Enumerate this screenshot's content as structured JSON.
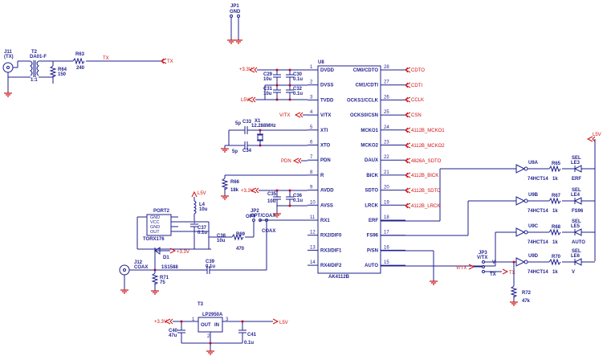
{
  "colors": {
    "wire": "#1f1f8f",
    "power": "#d01010",
    "background": "#ffffff"
  },
  "ic": {
    "designator": "U8",
    "part": "AK4112B",
    "left_pins": [
      {
        "num": "1",
        "name": "DVDD"
      },
      {
        "num": "2",
        "name": "DVSS"
      },
      {
        "num": "3",
        "name": "TVDD"
      },
      {
        "num": "4",
        "name": "V/TX"
      },
      {
        "num": "5",
        "name": "XTI"
      },
      {
        "num": "6",
        "name": "XTO"
      },
      {
        "num": "7",
        "name": "PDN"
      },
      {
        "num": "8",
        "name": "R"
      },
      {
        "num": "9",
        "name": "AVDD"
      },
      {
        "num": "10",
        "name": "AVSS"
      },
      {
        "num": "11",
        "name": "RX1"
      },
      {
        "num": "12",
        "name": "RX2/DIF0"
      },
      {
        "num": "13",
        "name": "RX3/DIF1"
      },
      {
        "num": "14",
        "name": "RX4/DIF2"
      }
    ],
    "right_pins": [
      {
        "num": "28",
        "name": "CM0/CDTO"
      },
      {
        "num": "27",
        "name": "CM1/CDTI"
      },
      {
        "num": "26",
        "name": "OCKS1/CCLK"
      },
      {
        "num": "25",
        "name": "OCKS0/CSN"
      },
      {
        "num": "24",
        "name": "MCKO1"
      },
      {
        "num": "23",
        "name": "MCKO2"
      },
      {
        "num": "22",
        "name": "DAUX"
      },
      {
        "num": "21",
        "name": "BICK"
      },
      {
        "num": "20",
        "name": "SDTO"
      },
      {
        "num": "19",
        "name": "LRCK"
      },
      {
        "num": "18",
        "name": "ERF"
      },
      {
        "num": "17",
        "name": "FS96"
      },
      {
        "num": "16",
        "name": "P/SN"
      },
      {
        "num": "15",
        "name": "AUTO"
      }
    ]
  },
  "nets": {
    "cdto": "CDTO",
    "cdti": "CDTI",
    "cclk": "CCLK",
    "csn": "CSN",
    "mcko1": "4112B_MCKO1",
    "mcko2": "4112B_MCKO2",
    "sdti": "4826A_SDTO",
    "bick": "4112B_BICK",
    "sdto": "4112B_SDTO",
    "lrck": "4112B_LRCK",
    "tx": "TX",
    "l5v": "L5V",
    "v33": "+3.3V",
    "vtx": "V/TX",
    "pdn": "PDN",
    "gnd": "GND"
  },
  "top_left": {
    "jack": "J11",
    "jack_sub": "(TX)",
    "xfmr": "T2",
    "xfmr_part": "DA01-F",
    "xfmr_ratio": "1:1",
    "r63": "R63",
    "r63_val": "240",
    "r64": "R64",
    "r64_val": "150",
    "tx_label": "TX"
  },
  "jumper_gnd": {
    "label": "JP1",
    "net": "GND"
  },
  "caps_top": {
    "c29": "C29",
    "c29_val": "10u",
    "c30": "C30",
    "c30_val": "0.1u",
    "c31": "C31",
    "c31_val": "10u",
    "c32": "C32",
    "c32_val": "0.1u"
  },
  "crystal": {
    "c33": "C33",
    "c33_val": "5p",
    "x1": "X1",
    "x1_val": "12.288MHz",
    "c34": "C34",
    "c34_val": "5p"
  },
  "r66": {
    "ref": "R66",
    "val": "18k"
  },
  "caps_avdd": {
    "c35": "C35",
    "c35_val": "10u",
    "c36": "C36",
    "c36_val": "0.1u"
  },
  "input": {
    "jp2": "JP2",
    "jp2_net": "OPT/COAX",
    "opt": "OPT",
    "coax": "COAX",
    "port": "PORT2",
    "port_part": "TORX176",
    "port_pins": [
      "GND",
      "VCC",
      "GND",
      "OUT"
    ],
    "l4": "L4",
    "l4_val": "10u",
    "c37": "C37",
    "c37_val": "0.1u",
    "c38": "C38",
    "c38_val": "10u",
    "r69": "R69",
    "r69_val": "470",
    "d1": "D1",
    "d1_part": "1S1588",
    "j12": "J12",
    "j12_sub": "COAX",
    "r71": "R71",
    "r71_val": "75",
    "c39": "C39",
    "c39_val": "0.1u"
  },
  "leds": [
    {
      "buf": "U9A",
      "bufpart": "74HCT14",
      "res": "R65",
      "res_val": "1k",
      "led": "LE3",
      "led_part": "SEL",
      "label": "ERF"
    },
    {
      "buf": "U9B",
      "bufpart": "74HCT14",
      "res": "R67",
      "res_val": "1k",
      "led": "LE4",
      "led_part": "SEL",
      "label": "FS96"
    },
    {
      "buf": "U9C",
      "bufpart": "74HCT14",
      "res": "R68",
      "res_val": "1k",
      "led": "LE5",
      "led_part": "SEL",
      "label": "AUTO"
    },
    {
      "buf": "U9D",
      "bufpart": "74HCT14",
      "res": "R70",
      "res_val": "1k",
      "led": "LE6",
      "led_part": "SEL",
      "label": "V"
    }
  ],
  "jp3": {
    "ref": "JP3",
    "net": "V/TX",
    "v": "V",
    "tx": "TX"
  },
  "r72": {
    "ref": "R72",
    "val": "47k"
  },
  "regulator": {
    "ref": "T3",
    "part": "LP2950A",
    "out": "OUT",
    "in": "IN",
    "c40": "C40",
    "c40_val": "47u",
    "c41": "C41",
    "c41_val": "0.1u",
    "pin1": "1",
    "pin2": "2",
    "pin3": "3"
  }
}
